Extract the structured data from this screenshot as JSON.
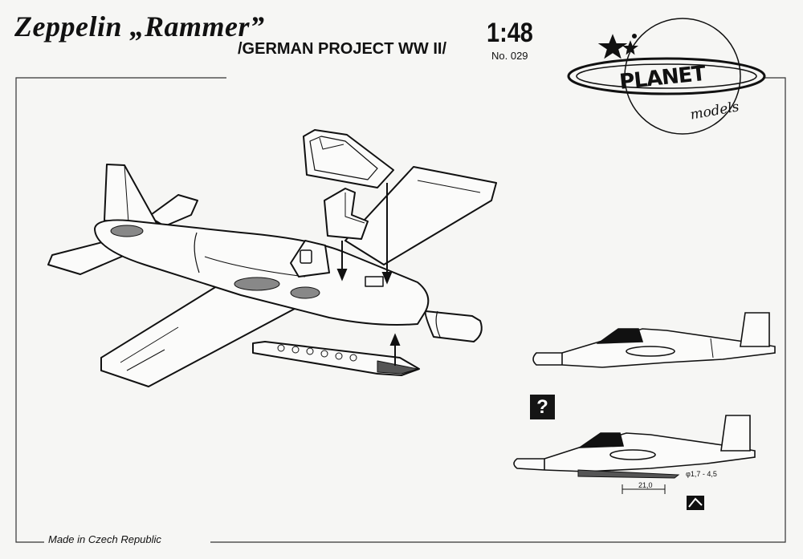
{
  "header": {
    "title": "Zeppelin „Rammer”",
    "subtitle": "/GERMAN PROJECT WW II/",
    "scale": "1:48",
    "kit_number": "No. 029"
  },
  "logo": {
    "text": "PLANET",
    "subtext": "models"
  },
  "diagram": {
    "question_mark": "?",
    "dimension_diameter": "φ1,7 - 4,5",
    "dimension_length": "21,0"
  },
  "footer": {
    "origin": "Made in Czech Republic"
  }
}
